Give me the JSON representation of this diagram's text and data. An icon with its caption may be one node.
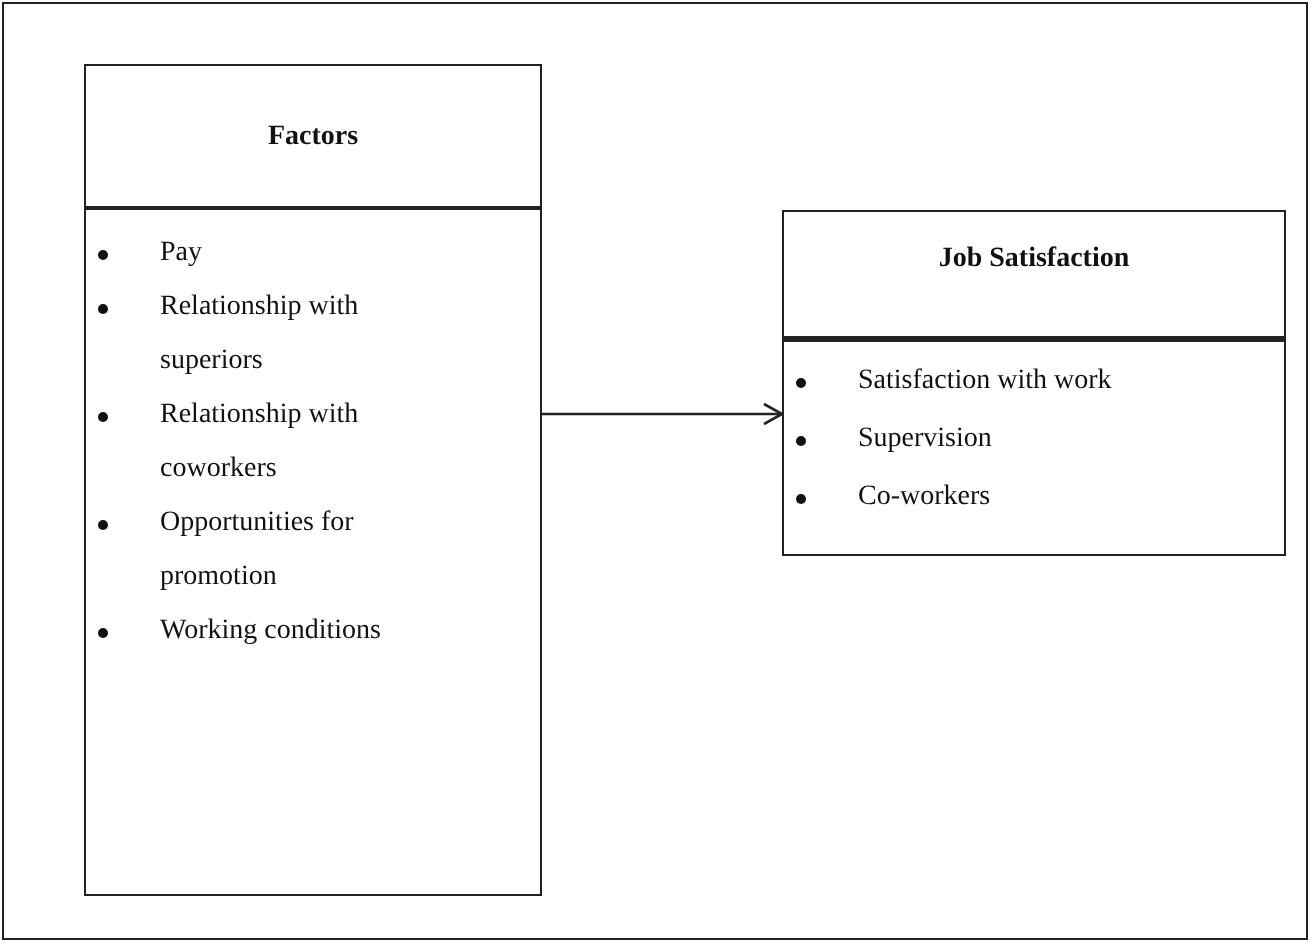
{
  "diagram": {
    "nodes": [
      {
        "text": [
          "Factors",
          "Pay",
          "Relationship with superiors",
          "Relationship with coworkers",
          "Opportunities for promotion",
          "Working conditions"
        ]
      },
      {
        "text": [
          "Job Satisfaction",
          "Satisfaction with work",
          "Supervision",
          "Co-workers"
        ]
      }
    ],
    "edges": [
      {
        "from": 0,
        "to": 1,
        "arrow": "to"
      }
    ]
  }
}
